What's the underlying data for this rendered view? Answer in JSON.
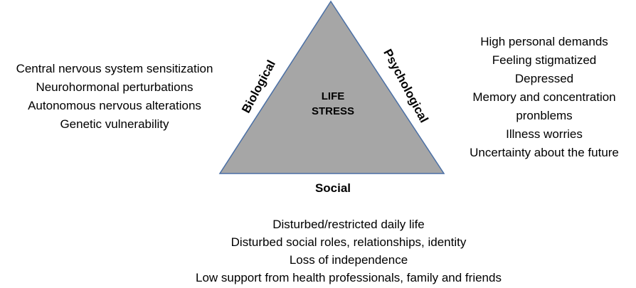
{
  "diagram": {
    "center": {
      "line1": "LIFE",
      "line2": "STRESS"
    },
    "axes": {
      "biological": "Biological",
      "psychological": "Psychological",
      "social": "Social"
    },
    "colors": {
      "triangle_fill": "#a6a6a6",
      "triangle_stroke": "#4a6fa5"
    },
    "biological_factors": [
      "Central nervous system sensitization",
      "Neurohormonal perturbations",
      "Autonomous nervous alterations",
      "Genetic vulnerability"
    ],
    "psychological_factors": [
      "High personal demands",
      "Feeling stigmatized",
      "Depressed",
      "Memory and concentration",
      "pronblems",
      "Illness worries",
      "Uncertainty about the future"
    ],
    "social_factors": [
      "Disturbed/restricted daily life",
      "Disturbed social roles, relationships, identity",
      "Loss of independence",
      "Low support from health professionals, family and friends"
    ]
  }
}
